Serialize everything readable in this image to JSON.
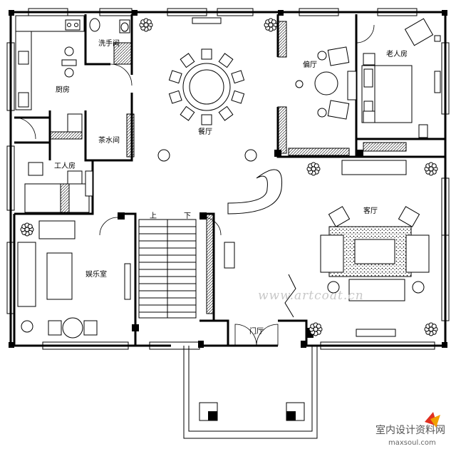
{
  "rooms": {
    "washroom": "洗手间",
    "kitchen": "厨房",
    "dining": "餐厅",
    "side_hall": "偏厅",
    "elder_room": "老人房",
    "tea_room": "茶水间",
    "worker_room": "工人房",
    "living": "客厅",
    "entertainment": "娱乐室",
    "foyer": "门厅"
  },
  "stairs": {
    "up": "上",
    "down": "下"
  },
  "watermark": "www.artcoat.cn",
  "logo": {
    "text": "室内设计资料网",
    "url": "maxsoul.com",
    "accent": "#e03020"
  }
}
